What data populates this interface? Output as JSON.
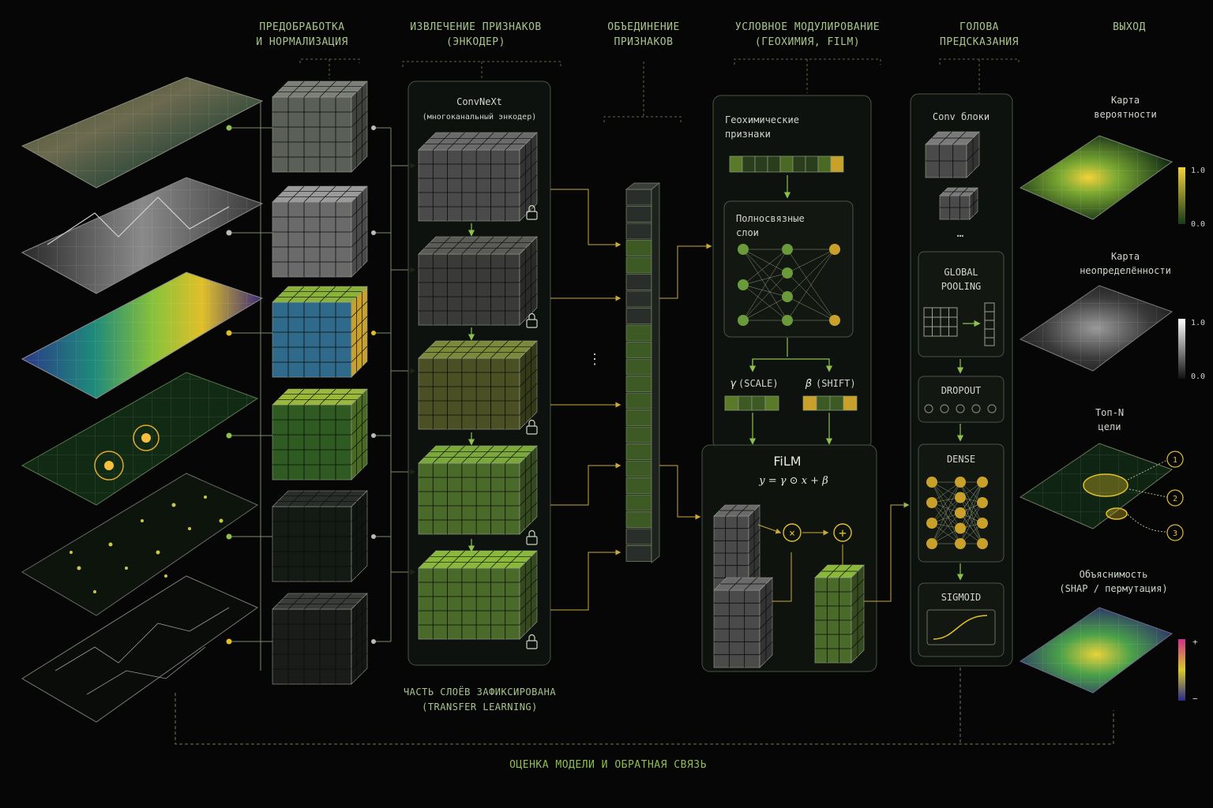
{
  "headers": {
    "preprocess": [
      "Предобработка",
      "и нормализация"
    ],
    "encoder": [
      "Извлечение признаков",
      "(энкодер)"
    ],
    "fusion": [
      "Объединение",
      "признаков"
    ],
    "conditional": [
      "Условное модулирование",
      "(геохимия, FiLM)"
    ],
    "head": [
      "Голова",
      "предсказания"
    ],
    "output": [
      "Выход"
    ]
  },
  "encoder": {
    "title": "ConvNeXt",
    "subtitle": "(многоканальный энкодер)",
    "frozen_note": [
      "Часть слоёв зафиксирована",
      "(TRANSFER LEARNING)"
    ]
  },
  "conditional": {
    "geo_features": [
      "Геохимические",
      "признаки"
    ],
    "dense_layers": [
      "Полносвязные",
      "слои"
    ],
    "gamma_label": "(SCALE)",
    "gamma_symbol": "γ",
    "beta_label": "(SHIFT)",
    "beta_symbol": "β",
    "film_title": "FiLM",
    "film_formula": "y = γ ⊙ x + β",
    "op_multiply": "×",
    "op_add": "+"
  },
  "head": {
    "conv_blocks": "Conv блоки",
    "ellipsis": "…",
    "global_pooling": [
      "GLOBAL",
      "POOLING"
    ],
    "dropout": "DROPOUT",
    "dense": "DENSE",
    "sigmoid": "SIGMOID"
  },
  "fusion_ellipsis": "⋮",
  "outputs": {
    "probability": [
      "Карта",
      "вероятности"
    ],
    "probability_scale": [
      "1.0",
      "0.0"
    ],
    "uncertainty": [
      "Карта",
      "неопределённости"
    ],
    "uncertainty_scale": [
      "1.0",
      "0.0"
    ],
    "topn": [
      "Топ-N",
      "цели"
    ],
    "topn_markers": [
      "1",
      "2",
      "3"
    ],
    "explain": [
      "Объяснимость",
      "(SHAP / пермутация)"
    ],
    "explain_scale": [
      "+",
      "−"
    ]
  },
  "feedback": "Оценка модели и обратная связь",
  "colors": {
    "accent_green": "#8fbf4f",
    "accent_yellow": "#e0b52a",
    "line": "#6f8a52",
    "text": "#c9d3c2"
  }
}
